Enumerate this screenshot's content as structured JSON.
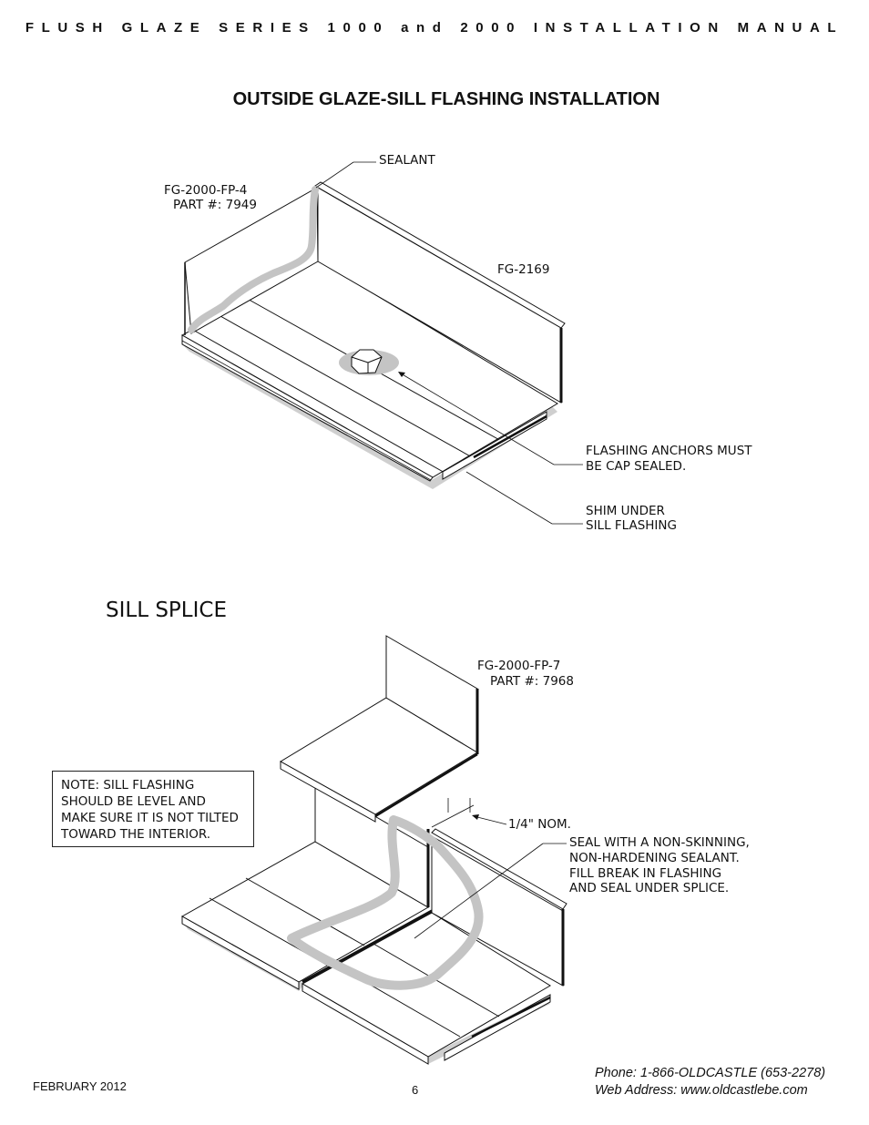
{
  "header": {
    "title": "FLUSH GLAZE SERIES 1000 and 2000 INSTALLATION MANUAL"
  },
  "section1": {
    "title": "OUTSIDE GLAZE-SILL FLASHING INSTALLATION",
    "labels": {
      "sealant": "SEALANT",
      "end_cap_line1": "FG-2000-FP-4",
      "end_cap_line2": "PART #: 7949",
      "flashing": "FG-2169",
      "anchors_line1": "FLASHING ANCHORS MUST",
      "anchors_line2": "BE CAP SEALED.",
      "shim_line1": "SHIM UNDER",
      "shim_line2": "SILL FLASHING"
    }
  },
  "section2": {
    "title": "SILL SPLICE",
    "labels": {
      "splice_line1": "FG-2000-FP-7",
      "splice_line2": "PART #: 7968",
      "gap": "1/4\" NOM.",
      "seal_line1": "SEAL WITH A NON-SKINNING,",
      "seal_line2": "NON-HARDENING SEALANT.",
      "seal_line3": "FILL BREAK IN FLASHING",
      "seal_line4": "AND SEAL UNDER SPLICE."
    },
    "note": {
      "line1": "NOTE: SILL FLASHING",
      "line2": "SHOULD BE LEVEL AND",
      "line3": "MAKE SURE IT IS NOT TILTED",
      "line4": "TOWARD THE INTERIOR."
    }
  },
  "footer": {
    "date": "FEBRUARY 2012",
    "page_number": "6",
    "phone": "Phone: 1-866-OLDCASTLE (653-2278)",
    "web": "Web Address: www.oldcastlebe.com"
  },
  "colors": {
    "ink": "#111111",
    "sealant_gray": "#c4c4c4",
    "shadow_gray": "#cfcfcf"
  }
}
